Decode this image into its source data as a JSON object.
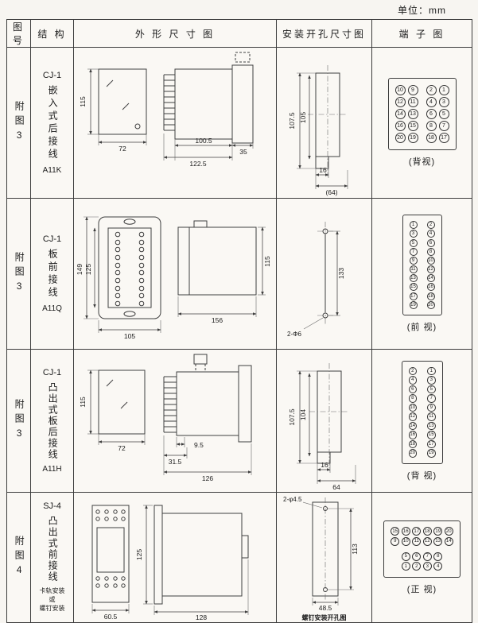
{
  "page": {
    "unit_note": "单位：mm"
  },
  "table": {
    "headers": [
      "图号",
      "结 构",
      "外 形 尺 寸 图",
      "安装开孔尺寸图",
      "端 子 图"
    ],
    "rows": [
      {
        "fig_no": "附图3",
        "model": "CJ-1",
        "desc": "嵌入式后接线",
        "code": "A11K",
        "outline": {
          "h": "115",
          "w": "72",
          "body_w": "100.5",
          "total_w": "122.5",
          "flange": "35"
        },
        "mount": {
          "v1": "107.5",
          "v2": "105",
          "b1": "16",
          "b2": "(64)"
        },
        "terminal": {
          "grid": [
            [
              10,
              9,
              2,
              1
            ],
            [
              12,
              11,
              4,
              3
            ],
            [
              14,
              13,
              6,
              5
            ],
            [
              16,
              15,
              8,
              7
            ],
            [
              20,
              19,
              18,
              17
            ]
          ],
          "view_label": "(背视)"
        }
      },
      {
        "fig_no": "附图3",
        "model": "CJ-1",
        "desc": "板前接线",
        "code": "A11Q",
        "outline": {
          "h1": "149",
          "h2": "125",
          "w": "105",
          "d": "156",
          "h3": "115"
        },
        "mount": {
          "v": "133",
          "note": "2-Φ6"
        },
        "terminal": {
          "grid": [
            [
              1,
              2
            ],
            [
              3,
              4
            ],
            [
              5,
              6
            ],
            [
              7,
              8
            ],
            [
              9,
              10
            ],
            [
              11,
              12
            ],
            [
              13,
              14
            ],
            [
              15,
              16
            ],
            [
              17,
              18
            ],
            [
              19,
              20
            ]
          ],
          "view_label": "(前 视)"
        }
      },
      {
        "fig_no": "附图3",
        "model": "CJ-1",
        "desc": "凸出式板后接线",
        "code": "A11H",
        "outline": {
          "h": "115",
          "w": "72",
          "t1": "31.5",
          "t2": "9.5",
          "d": "126"
        },
        "mount": {
          "v1": "107.5",
          "v2": "104",
          "b1": "16",
          "b2": "64"
        },
        "terminal": {
          "grid": [
            [
              2,
              1
            ],
            [
              4,
              3
            ],
            [
              6,
              5
            ],
            [
              8,
              7
            ],
            [
              10,
              9
            ],
            [
              12,
              11
            ],
            [
              14,
              13
            ],
            [
              16,
              15
            ],
            [
              18,
              17
            ],
            [
              20,
              19
            ]
          ],
          "view_label": "(背 视)"
        }
      },
      {
        "fig_no": "附图4",
        "model": "SJ-4",
        "desc": "凸出式前接线",
        "mount_note": "卡轨安装\n或\n螺钉安装",
        "outline": {
          "w": "60.5",
          "h": "125",
          "d": "128"
        },
        "mount": {
          "note": "2-φ4.5",
          "v": "113",
          "b": "48.5",
          "caption": "螺钉安装开孔图"
        },
        "terminal": {
          "grid": [
            [
              15,
              16,
              17,
              18,
              19,
              20
            ],
            [
              9,
              10,
              11,
              12,
              13,
              14
            ],
            [
              5,
              6,
              7,
              8
            ],
            [
              1,
              2,
              3,
              4
            ]
          ],
          "view_label": "(正 视)"
        }
      }
    ]
  }
}
